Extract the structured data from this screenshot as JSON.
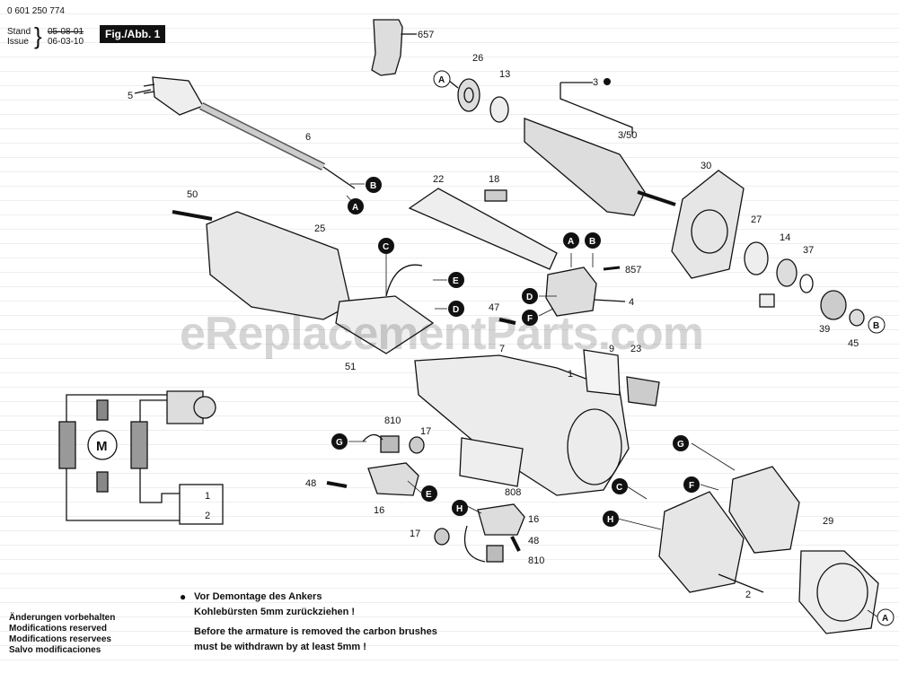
{
  "header": {
    "part_number": "0 601 250 774",
    "stand_label": "Stand",
    "issue_label": "Issue",
    "stand_date": "05-08-01",
    "issue_date": "06-03-10",
    "figure": "Fig./Abb. 1"
  },
  "watermark": "eReplacementParts.com",
  "part_labels": {
    "p657": "657",
    "p26": "26",
    "p13": "13",
    "p3": "3",
    "p3_50": "3/50",
    "p5": "5",
    "p6": "6",
    "p30": "30",
    "p50": "50",
    "p22": "22",
    "p18": "18",
    "p25": "25",
    "p27": "27",
    "p14": "14",
    "p37": "37",
    "p857": "857",
    "p4": "4",
    "p47": "47",
    "p7": "7",
    "p9": "9",
    "p23": "23",
    "p39": "39",
    "p45": "45",
    "p51": "51",
    "p1": "1",
    "p810a": "810",
    "p17a": "17",
    "p48a": "48",
    "p16a": "16",
    "p808": "808",
    "p16b": "16",
    "p17b": "17",
    "p48b": "48",
    "p810b": "810",
    "p29": "29",
    "p2": "2"
  },
  "callouts": {
    "A": "A",
    "B": "B",
    "C": "C",
    "D": "D",
    "E": "E",
    "F": "F",
    "G": "G",
    "H": "H"
  },
  "wiring": {
    "motor": "M",
    "switch_1": "1",
    "switch_2": "2"
  },
  "notes": {
    "bullet": "●",
    "de_line1": "Vor Demontage des Ankers",
    "de_line2": "Kohlebürsten 5mm zurückziehen !",
    "en_line1": "Before the armature is removed the carbon brushes",
    "en_line2": "must be withdrawn by at least 5mm !"
  },
  "modifications": [
    "Änderungen vorbehalten",
    "Modifications reserved",
    "Modifications reservees",
    "Salvo modificaciones"
  ]
}
